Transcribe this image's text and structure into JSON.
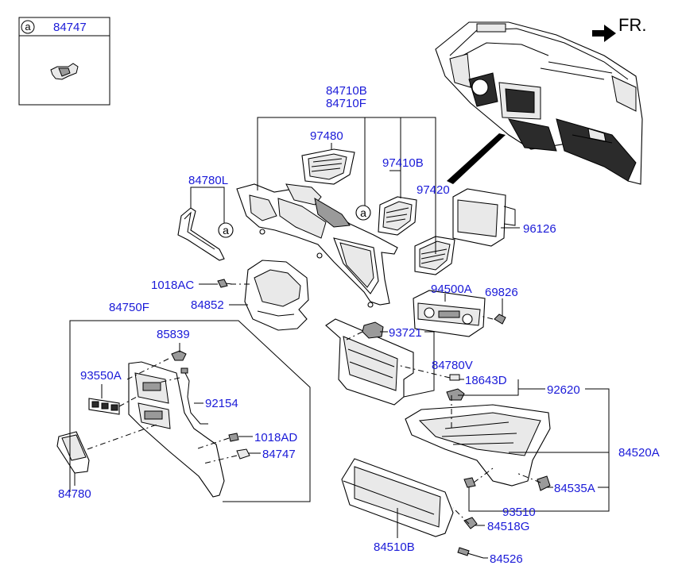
{
  "front_indicator": "FR.",
  "callout": {
    "letter": "a",
    "part_no": "84747"
  },
  "labels": {
    "p84710B": "84710B",
    "p84710F": "84710F",
    "p97480": "97480",
    "p97410B": "97410B",
    "p97420": "97420",
    "p84780L": "84780L",
    "p96126": "96126",
    "p1018AC": "1018AC",
    "p84852": "84852",
    "p94500A": "94500A",
    "p69826": "69826",
    "p84750F": "84750F",
    "p85839": "85839",
    "p93721": "93721",
    "p84780V": "84780V",
    "p93550A": "93550A",
    "p18643D": "18643D",
    "p92620": "92620",
    "p92154": "92154",
    "p1018AD": "1018AD",
    "p84747": "84747",
    "p84520A": "84520A",
    "p84780": "84780",
    "p84535A": "84535A",
    "p93510": "93510",
    "p84518G": "84518G",
    "p84510B": "84510B",
    "p84526": "84526"
  },
  "circle_markers": [
    "a",
    "a"
  ],
  "colors": {
    "label": "#1a1ad8",
    "line": "#000000"
  }
}
